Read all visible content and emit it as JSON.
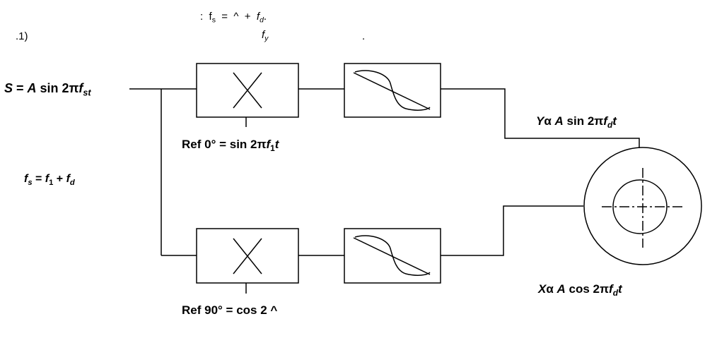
{
  "header": {
    "line1": {
      "colon": ":",
      "fs": "f",
      "fs_sub": "s",
      "eq": "=",
      "caret": "^",
      "plus": "+",
      "fd": "f",
      "fd_sub": "d",
      "fd_tail": "."
    },
    "line2": {
      "num": ".1)",
      "fy": "f",
      "fy_sub": "y",
      "dot": "."
    }
  },
  "labels": {
    "input": {
      "S": "S",
      "eq": "= ",
      "A": "A",
      "sin": " sin 2π",
      "f": "f",
      "sub": "st"
    },
    "fs_eq": {
      "f1": "f",
      "s1": "s",
      "eq": " = ",
      "f2": "f",
      "s2": "1",
      "plus": " + ",
      "f3": "f",
      "s3": "d"
    },
    "ref0": {
      "pre": "Ref 0° = sin 2π",
      "f": "f",
      "sub": "1",
      "t": "t"
    },
    "ref90": {
      "text": "Ref 90° = cos 2  ^"
    },
    "y_out": {
      "Y": "Y",
      "alpha": "α ",
      "A": "A",
      "sin": " sin 2π",
      "f": "f",
      "sub": "d",
      "t": "t"
    },
    "x_out": {
      "X": "X",
      "alpha": "α ",
      "A": "A",
      "cos": " cos 2π",
      "f": "f",
      "sub": "d",
      "t": "t"
    }
  }
}
